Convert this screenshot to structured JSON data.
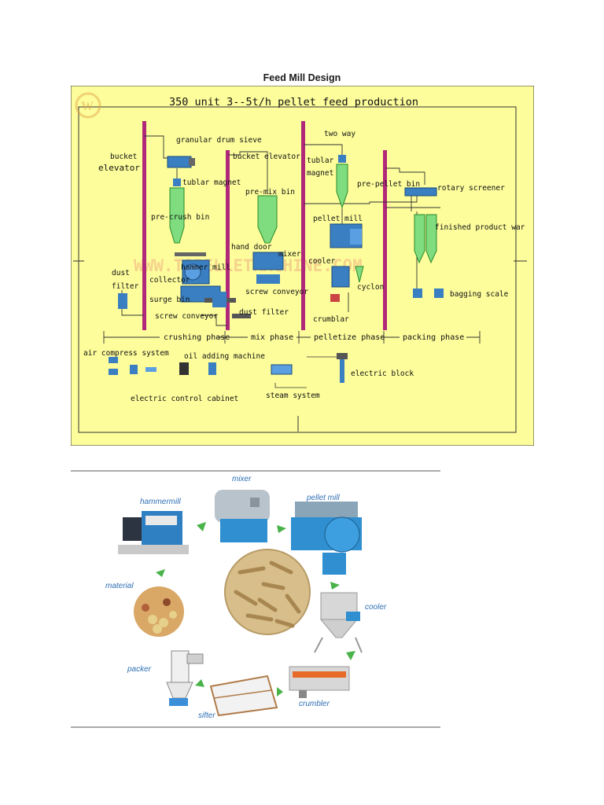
{
  "document": {
    "title": "Feed Mill Design"
  },
  "process_diagram": {
    "heading": "350 unit  3--5t/h  pellet feed production",
    "watermark": "WWW.TOPELLETMACHINE.COM",
    "labels": {
      "bucket_elevator_1a": "bucket",
      "bucket_elevator_1b": "elevator",
      "granular_drum_sieve": "granular drum sieve",
      "tublar_magnet_1": "tublar magnet",
      "pre_crush_bin": "pre-crush bin",
      "hammer_mill": "hammer mill",
      "collector": "collector",
      "surge_bin": "surge bin",
      "dust_filter_1a": "dust",
      "dust_filter_1b": "filter",
      "screw_conveyor_1": "screw conveyor",
      "bucket_elevator_2": "bucket elevator",
      "pre_mix_bin": "pre-mix bin",
      "hand_door": "hand door",
      "mixer": "mixer",
      "screw_conveyor_2": "screw conveyor",
      "dust_filter_2": "dust filter",
      "two_way": "two way",
      "tublar_magnet_2a": "tublar",
      "tublar_magnet_2b": "magnet",
      "pellet_mill": "pellet mill",
      "cooler": "cooler",
      "cyclon": "cyclon",
      "crumblar": "crumblar",
      "pre_pellet_bin": "pre-pellet bin",
      "rotary_screener": "rotary screener",
      "finished_product": "finished  product war",
      "bagging_scale": "bagging scale",
      "air_compress_system": "air compress system",
      "oil_adding_machine": "oil adding machine",
      "electric_block": "electric block",
      "electric_control_cabinet": "electric control cabinet",
      "steam_system": "steam system"
    },
    "phases": [
      "crushing phase",
      "mix phase",
      "pelletize phase",
      "packing phase"
    ],
    "colors": {
      "background": "#fdfd9c",
      "line": "#2a2a2a",
      "pillar": "#b0287a",
      "bin": "#7fdc7f",
      "machine": "#3a7fc1"
    }
  },
  "cycle_diagram": {
    "labels": {
      "mixer": "mixer",
      "hammermill": "hammermill",
      "pellet_mill": "pellet mill",
      "material": "material",
      "cooler": "cooler",
      "packer": "packer",
      "sifter": "sifter",
      "crumbler": "crumbler"
    },
    "colors": {
      "label": "#2f6fb5",
      "arrow": "#49b34a"
    }
  }
}
